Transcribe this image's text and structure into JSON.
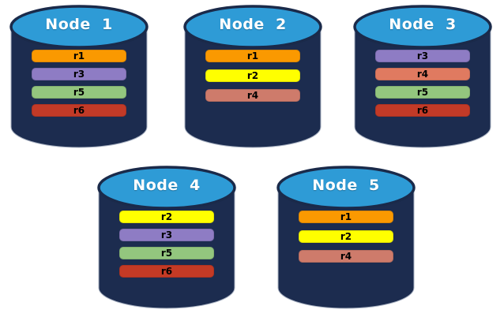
{
  "canvas": {
    "background": "#FFFFFF"
  },
  "cylinder": {
    "body_color": "#1C2C4F",
    "top_color": "#2E9BD6",
    "outline_color": "#1A2A4A",
    "edge_color": "#A9B2C2"
  },
  "nodes": [
    {
      "label": "Node  1",
      "rows": [
        {
          "id": "r1",
          "color": "#FA9901"
        },
        {
          "id": "r3",
          "color": "#8E7CC4"
        },
        {
          "id": "r5",
          "color": "#93C67E"
        },
        {
          "id": "r6",
          "color": "#C23A27"
        }
      ]
    },
    {
      "label": "Node  2",
      "rows": [
        {
          "id": "r1",
          "color": "#FA9901"
        },
        {
          "id": "r2",
          "color": "#FFFF00"
        },
        {
          "id": "r4",
          "color": "#CE7B6B"
        }
      ]
    },
    {
      "label": "Node  3",
      "rows": [
        {
          "id": "r3",
          "color": "#8E7CC4"
        },
        {
          "id": "r4",
          "color": "#E07A60"
        },
        {
          "id": "r5",
          "color": "#93C67E"
        },
        {
          "id": "r6",
          "color": "#C23A27"
        }
      ]
    },
    {
      "label": "Node  4",
      "rows": [
        {
          "id": "r2",
          "color": "#FFFF00"
        },
        {
          "id": "r3",
          "color": "#8E7CC4"
        },
        {
          "id": "r5",
          "color": "#93C67E"
        },
        {
          "id": "r6",
          "color": "#C43A25"
        }
      ]
    },
    {
      "label": "Node  5",
      "rows": [
        {
          "id": "r1",
          "color": "#FA9901"
        },
        {
          "id": "r2",
          "color": "#FFFF00"
        },
        {
          "id": "r4",
          "color": "#CE7B6B"
        }
      ]
    }
  ]
}
